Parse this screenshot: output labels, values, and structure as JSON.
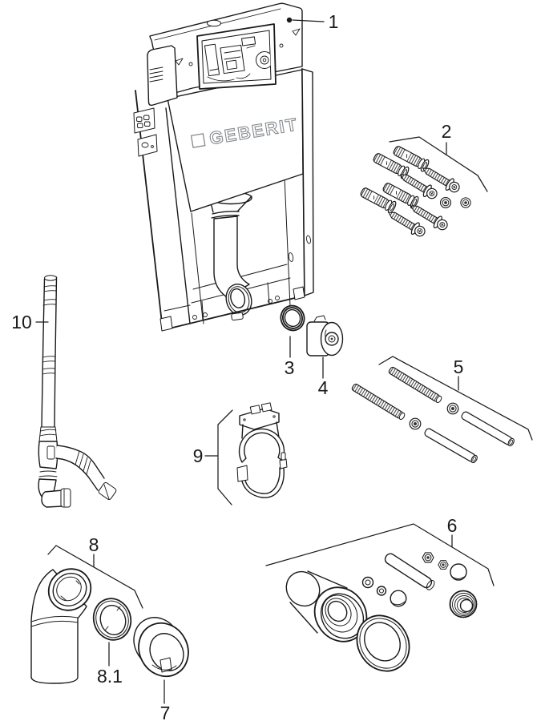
{
  "colors": {
    "line": "#1a1a1a",
    "logo": "#85898d",
    "background": "#ffffff"
  },
  "logo_text": "GEBERIT",
  "part_labels": {
    "p1": "1",
    "p2": "2",
    "p3": "3",
    "p4": "4",
    "p5": "5",
    "p6": "6",
    "p7": "7",
    "p8": "8",
    "p8_1": "8.1",
    "p9": "9",
    "p10": "10"
  }
}
